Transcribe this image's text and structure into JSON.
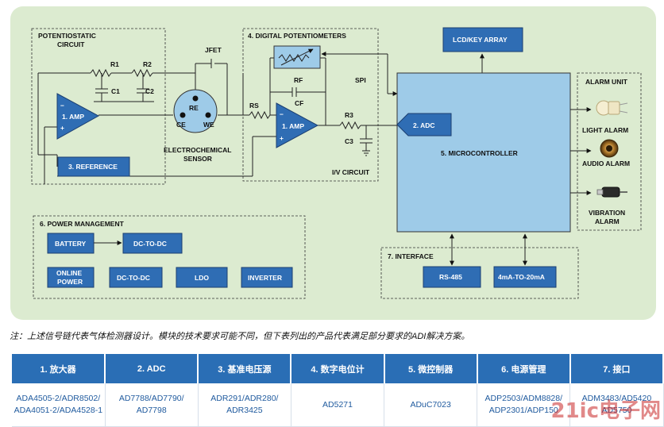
{
  "potentiostatic": {
    "line1": "POTENTIOSTATIC",
    "line2": "CIRCUIT"
  },
  "components": {
    "r1": "R1",
    "r2": "R2",
    "c1": "C1",
    "c2": "C2",
    "jfet": "JFET",
    "re": "RE",
    "ce": "CE",
    "we": "WE",
    "rs": "RS",
    "rf": "RF",
    "cf": "CF",
    "r3": "R3",
    "c3": "C3",
    "spi": "SPI",
    "minus": "−",
    "plus": "+"
  },
  "blocks": {
    "amp1": "1. AMP",
    "amp2": "1. AMP",
    "reference": "3. REFERENCE",
    "sensor_line1": "ELECTROCHEMICAL",
    "sensor_line2": "SENSOR",
    "digital_pot": "4. DIGITAL POTENTIOMETERS",
    "iv_circuit": "I/V CIRCUIT",
    "lcd": "LCD/KEY ARRAY",
    "adc": "2. ADC",
    "microcontroller": "5. MICROCONTROLLER",
    "alarm_unit": "ALARM UNIT",
    "light_alarm": "LIGHT ALARM",
    "audio_alarm": "AUDIO ALARM",
    "vibration_line1": "VIBRATION",
    "vibration_line2": "ALARM"
  },
  "power": {
    "title": "6. POWER MANAGEMENT",
    "battery": "BATTERY",
    "dcdc1": "DC-TO-DC",
    "online_line1": "ONLINE",
    "online_line2": "POWER",
    "dcdc2": "DC-TO-DC",
    "ldo": "LDO",
    "inverter": "INVERTER"
  },
  "interface": {
    "title": "7. INTERFACE",
    "rs485": "RS-485",
    "current_loop": "4mA-TO-20mA"
  },
  "colors": {
    "background": "#dcebd0",
    "block_blue": "#2f6db4",
    "micro_fill": "#9ecbe8",
    "table_header": "#2a6eb5"
  },
  "note": "注：上述信号链代表气体检测器设计。模块的技术要求可能不同，但下表列出的产品代表满足部分要求的ADI解决方案。",
  "table": {
    "headers": [
      "1. 放大器",
      "2. ADC",
      "3. 基准电压源",
      "4. 数字电位计",
      "5. 微控制器",
      "6. 电源管理",
      "7. 接口"
    ],
    "rows": [
      [
        [
          "ADA4505-2/ADR8502/",
          "ADA4051-2/ADA4528-1"
        ],
        [
          "AD7788/AD7790/",
          "AD7798"
        ],
        [
          "ADR291/ADR280/",
          "ADR3425"
        ],
        [
          "AD5271"
        ],
        [
          "ADuC7023"
        ],
        [
          "ADP2503/ADM8828/",
          "ADP2301/ADP150"
        ],
        [
          "ADM3483/AD5420",
          "AD5750"
        ]
      ]
    ]
  },
  "watermark": "21ic电子网"
}
